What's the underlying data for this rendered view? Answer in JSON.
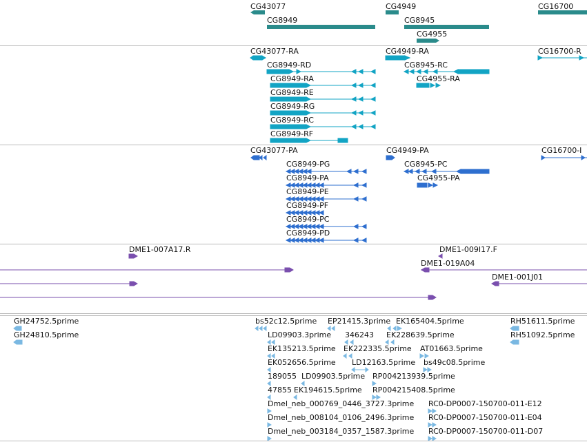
{
  "colors": {
    "gene": "#2a8b8b",
    "mrna": "#12a4c4",
    "protein": "#2e6fcf",
    "clone": "#7a4fae",
    "est": "#7ab8e2"
  },
  "gene_track": {
    "labels": [
      "CG43077",
      "CG4949",
      "CG16700",
      "CG8949",
      "CG8945",
      "CG4955"
    ]
  },
  "mrna_track": {
    "labels": [
      "CG43077-RA",
      "CG4949-RA",
      "CG16700-R",
      "CG8949-RD",
      "CG8945-RC",
      "CG8949-RA",
      "CG4955-RA",
      "CG8949-RE",
      "CG8949-RG",
      "CG8949-RC",
      "CG8949-RF"
    ]
  },
  "protein_track": {
    "labels": [
      "CG43077-PA",
      "CG4949-PA",
      "CG16700-I",
      "CG8949-PG",
      "CG8945-PC",
      "CG8949-PA",
      "CG4955-PA",
      "CG8949-PE",
      "CG8949-PF",
      "CG8949-PC",
      "CG8949-PD"
    ]
  },
  "clone_track": {
    "labels": [
      "DME1-007A17.R",
      "DME1-009I17.F",
      "DME1-019A04",
      "DME1-001J01"
    ]
  },
  "est_track": {
    "labels": [
      "GH24752.5prime",
      "bs52c12.5prime",
      "EP21415.3prime",
      "EK165404.5prime",
      "RH51611.5prime",
      "GH24810.5prime",
      "LD09903.3prime",
      "346243",
      "EK228639.5prime",
      "RH51092.5prime",
      "EK135213.5prime",
      "EK222335.5prime",
      "AT01663.5prime",
      "EK052656.5prime",
      "LD12163.5prime",
      "bs49c08.5prime",
      "189055",
      "LD09903.5prime",
      "RP004213939.5prime",
      "47855",
      "EK194615.5prime",
      "RP004215408.5prime",
      "Dmel_neb_000769_0446_3727.3prime",
      "RC0-DP0007-150700-011-E12",
      "Dmel_neb_008104_0106_2496.3prime",
      "RC0-DP0007-150700-011-E04",
      "Dmel_neb_003184_0357_1587.3prime",
      "RC0-DP0007-150700-011-D07"
    ]
  }
}
